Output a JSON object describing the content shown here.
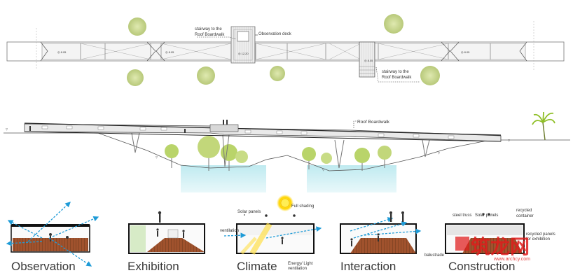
{
  "plan": {
    "label_stair_left": [
      "stairway to the",
      "Roof Boardwalk"
    ],
    "label_observation_deck": "Observation deck",
    "label_stair_right": [
      "stairway to the",
      "Roof Boardwalk"
    ]
  },
  "section": {
    "label_roof_boardwalk": "Roof Boardwalk"
  },
  "panels": {
    "observation": {
      "title": "Observation"
    },
    "exhibition": {
      "title": "Exhibition"
    },
    "climate": {
      "title": "Climate",
      "subtitle": [
        "Energy/ Light",
        "ventilation"
      ],
      "label_solar": "Solar panels",
      "label_shading": "Full shading",
      "label_ventilation": "ventilation"
    },
    "interaction": {
      "title": "Interaction"
    },
    "construction": {
      "title": "Construction",
      "label_truss": "steel truss",
      "label_solar": "Solar panels",
      "label_container": [
        "recycled",
        "container"
      ],
      "label_panels": [
        "recycled panels",
        "for exhibition"
      ],
      "label_balustrade": "balustrade"
    }
  },
  "watermark": {
    "logo_text": "筑龙网",
    "url": "www.archcy.com"
  },
  "colors": {
    "water": "#cfeff2",
    "tree": "#b9d46a",
    "accent_blue": "#1e9bd7",
    "floor_wood": "#a0522d",
    "watermark_red": "#e01c1c"
  }
}
